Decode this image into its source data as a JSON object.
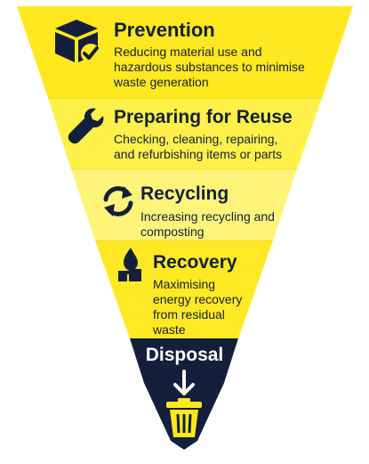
{
  "colors": {
    "tier_yellow_1": "#ffe81f",
    "tier_yellow_2": "#fff04a",
    "tier_yellow_3": "#fff47a",
    "tier_yellow_4": "#ffe924",
    "disposal_navy": "#14203b",
    "text_navy": "#14203b"
  },
  "tiers": [
    {
      "title": "Prevention",
      "desc_lines": [
        "Reducing material use and",
        "hazardous substances to minimise",
        "waste generation"
      ],
      "icon": "box-check-icon"
    },
    {
      "title": "Preparing for Reuse",
      "desc_lines": [
        "Checking, cleaning, repairing,",
        "and refurbishing items or parts"
      ],
      "icon": "wrench-icon"
    },
    {
      "title": "Recycling",
      "desc_lines": [
        "Increasing recycling and",
        "composting"
      ],
      "icon": "recycle-arrows-icon"
    },
    {
      "title": "Recovery",
      "desc_lines": [
        "Maximising",
        "energy recovery",
        "from residual",
        "waste"
      ],
      "icon": "flame-energy-icon"
    }
  ],
  "disposal": {
    "title": "Disposal",
    "icons": [
      "down-arrow-icon",
      "trash-bin-icon"
    ]
  }
}
